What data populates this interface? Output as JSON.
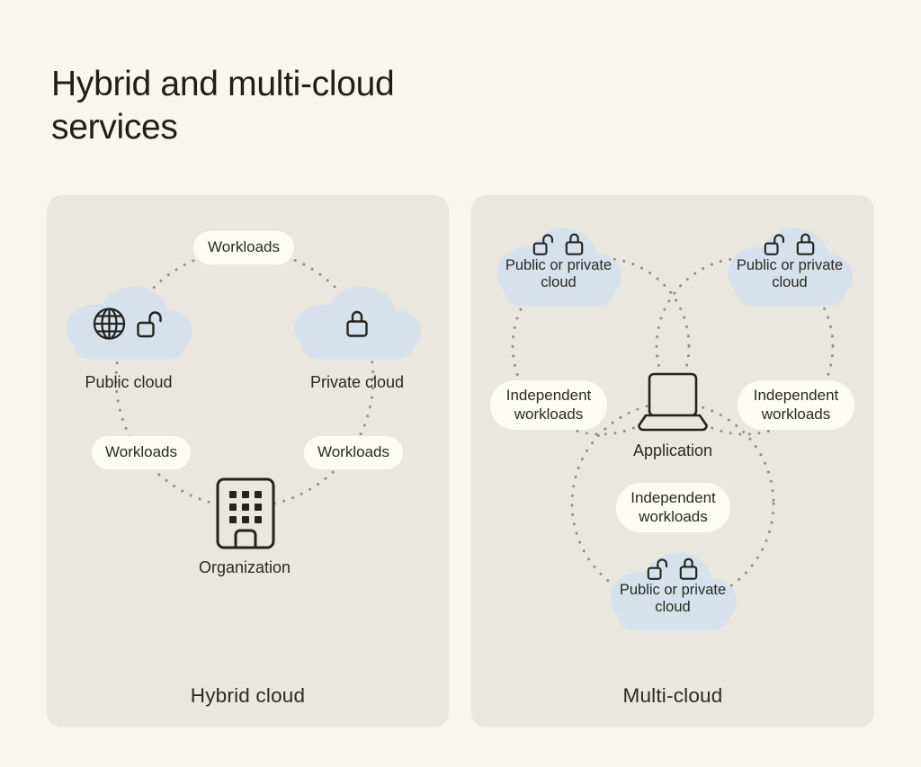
{
  "page": {
    "title": "Hybrid and multi-cloud services"
  },
  "colors": {
    "background": "#f8f6f0",
    "panel": "#e9e7e0",
    "pill": "#fcfbf6",
    "cloud": "#d7e1eb",
    "ink": "#24231f",
    "dots": "#8f8e88"
  },
  "hybrid_panel": {
    "caption": "Hybrid cloud",
    "workloads_top": "Workloads",
    "workloads_left": "Workloads",
    "workloads_right": "Workloads",
    "public_cloud_label": "Public cloud",
    "private_cloud_label": "Private cloud",
    "organization_label": "Organization",
    "icons": {
      "public_cloud": [
        "globe-icon",
        "unlock-icon"
      ],
      "private_cloud": [
        "lock-icon"
      ],
      "organization": [
        "building-icon"
      ]
    }
  },
  "multi_panel": {
    "caption": "Multi-cloud",
    "cloud_top_left_label": "Public or private cloud",
    "cloud_top_right_label": "Public or private cloud",
    "cloud_bottom_label": "Public or private cloud",
    "independent_left": "Independent workloads",
    "independent_right": "Independent workloads",
    "independent_center": "Independent workloads",
    "application_label": "Application",
    "icons": {
      "clouds": [
        "unlock-icon",
        "lock-icon"
      ],
      "application": [
        "laptop-icon"
      ]
    }
  }
}
